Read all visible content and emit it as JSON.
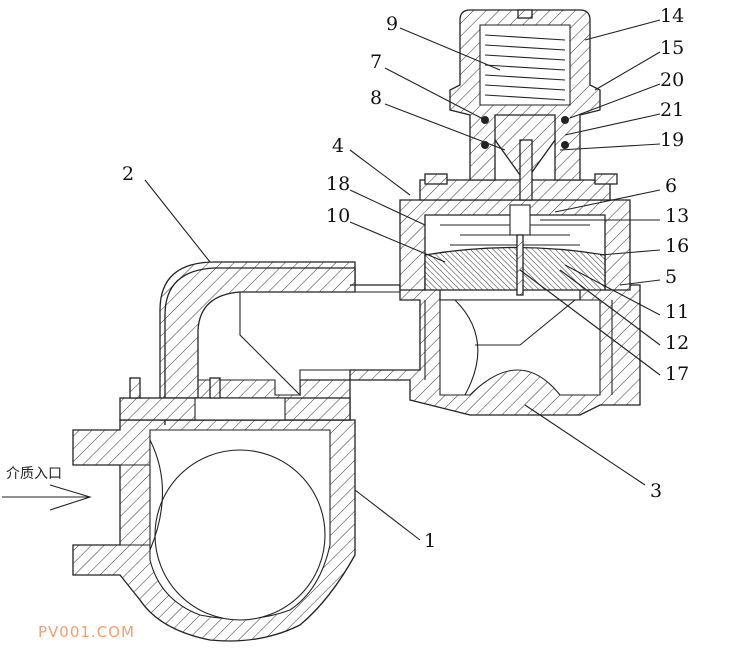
{
  "diagram": {
    "part_labels": [
      "1",
      "2",
      "3",
      "4",
      "5",
      "6",
      "7",
      "8",
      "9",
      "10",
      "11",
      "12",
      "13",
      "14",
      "15",
      "16",
      "17",
      "18",
      "19",
      "20",
      "21"
    ],
    "inlet_label": "介质入口",
    "watermark": "PV001.COM",
    "colors": {
      "line": "#222222",
      "watermark": "#f0a070"
    }
  }
}
